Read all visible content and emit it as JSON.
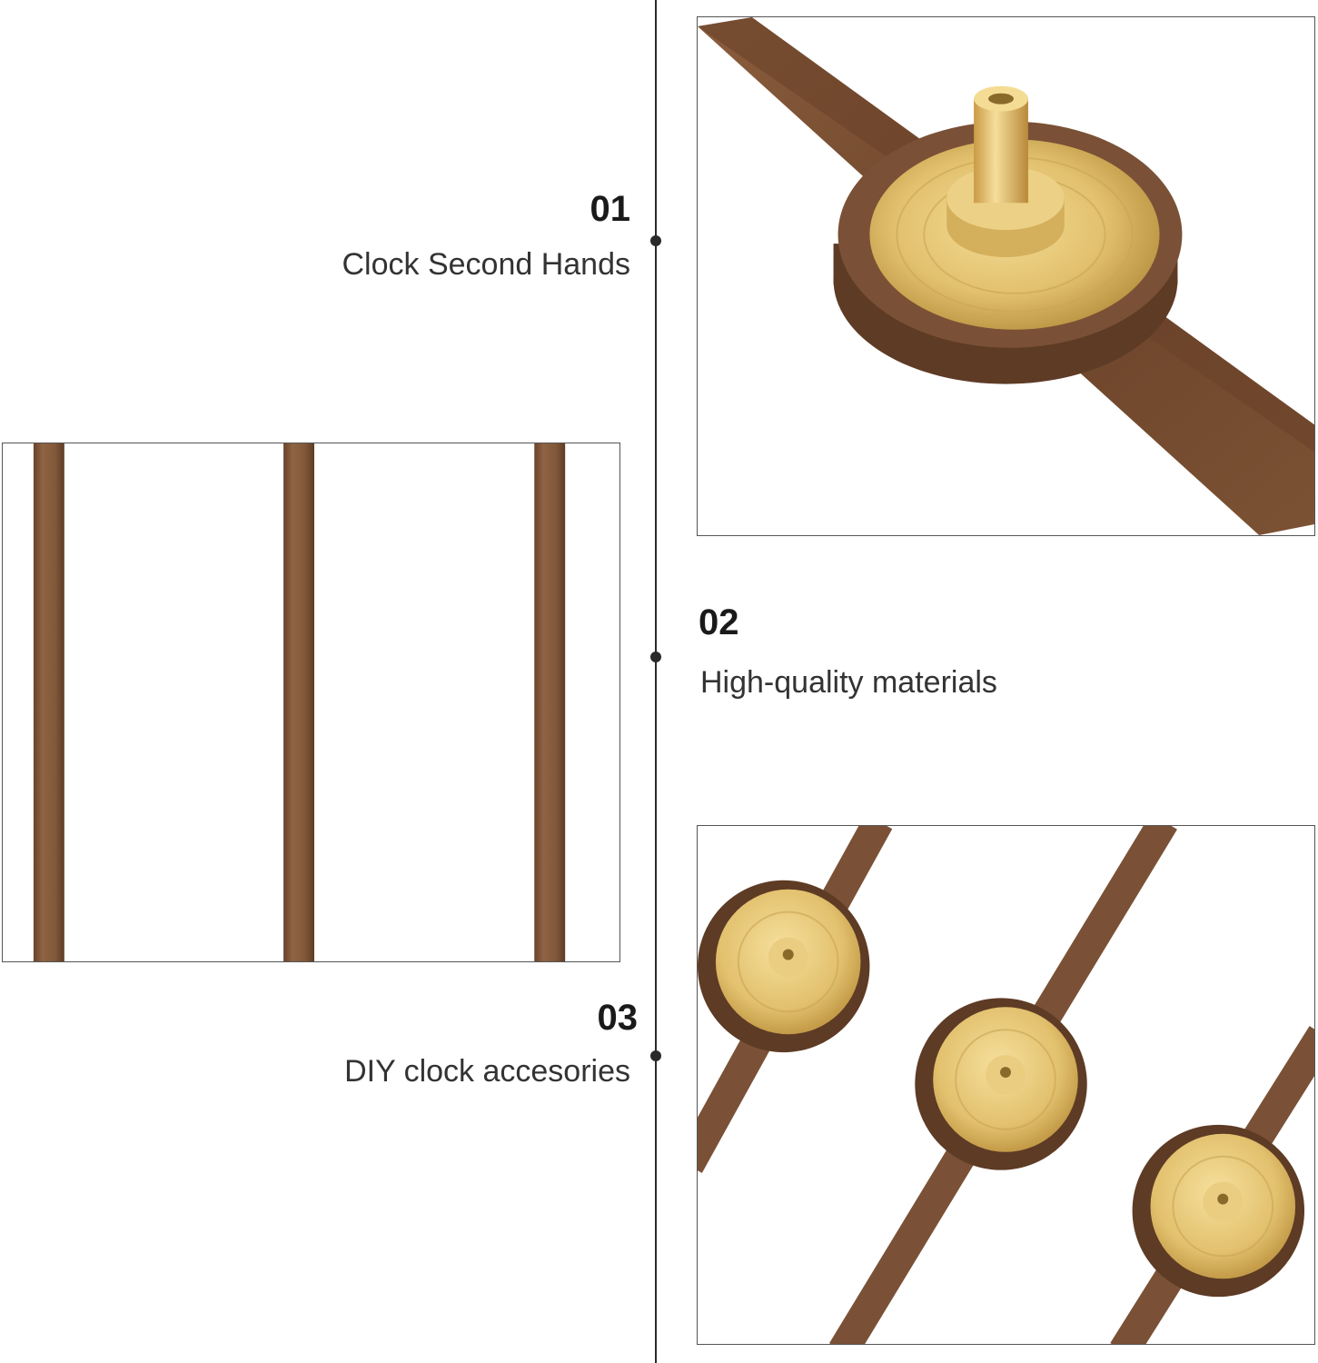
{
  "features": [
    {
      "number": "01",
      "caption": "Clock Second Hands"
    },
    {
      "number": "02",
      "caption": "High-quality materials"
    },
    {
      "number": "03",
      "caption": "DIY clock accesories"
    }
  ],
  "colors": {
    "wood_dark": "#5a3a24",
    "wood_mid": "#7a5136",
    "wood_light": "#8e6444",
    "brass": "#e2c16e",
    "brass_dark": "#b8913f",
    "line": "#2a2a2a"
  },
  "images": {
    "top_right": "brass-hub-closeup-image",
    "left": "three-wooden-hands-image",
    "bottom_right": "three-hubs-image"
  }
}
